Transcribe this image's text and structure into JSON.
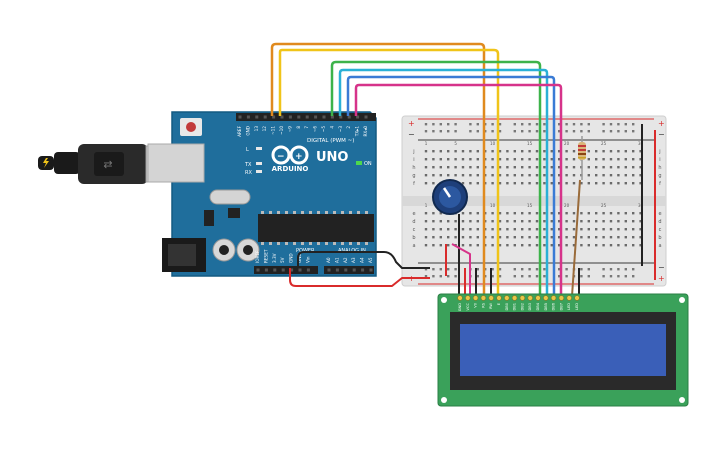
{
  "arduino": {
    "brand": "ARDUINO",
    "model": "UNO",
    "digital_label": "DIGITAL (PWM ~)",
    "power_label": "POWER",
    "analog_label": "ANALOG IN",
    "on_label": "ON",
    "tx_label": "TX",
    "rx_label": "RX",
    "l_label": "L",
    "top_pins": [
      "AREF",
      "GND",
      "13",
      "12",
      "~11",
      "~10",
      "~9",
      "8",
      "7",
      "~6",
      "~5",
      "4",
      "~3",
      "2",
      "TX▸1",
      "RX◂0"
    ],
    "power_pins": [
      "IOREF",
      "RESET",
      "3.3V",
      "5V",
      "GND",
      "GND",
      "Vin"
    ],
    "analog_pins": [
      "A0",
      "A1",
      "A2",
      "A3",
      "A4",
      "A5"
    ]
  },
  "breadboard": {
    "col_numbers": [
      "1",
      "",
      "",
      "",
      "5",
      "",
      "",
      "",
      "",
      "10",
      "",
      "",
      "",
      "",
      "15",
      "",
      "",
      "",
      "",
      "20",
      "",
      "",
      "",
      "",
      "25",
      "",
      "",
      "",
      "",
      "30"
    ],
    "row_letters_top": [
      "j",
      "i",
      "h",
      "g",
      "f"
    ],
    "row_letters_bottom": [
      "e",
      "d",
      "c",
      "b",
      "a"
    ]
  },
  "lcd": {
    "pins": [
      "GND",
      "VCC",
      "V0",
      "RS",
      "RW",
      "E",
      "DB0",
      "DB1",
      "DB2",
      "DB3",
      "DB4",
      "DB5",
      "DB6",
      "DB7",
      "LED",
      "LED"
    ]
  },
  "colors": {
    "board": "#1f6e9c",
    "lcd_pcb": "#3aa15a",
    "lcd_screen": "#3a5fb8",
    "wire_orange": "#e08a1e",
    "wire_yellow": "#f0c419",
    "wire_green": "#3db34a",
    "wire_cyan": "#2ab0d6",
    "wire_blue": "#3a7bd5",
    "wire_magenta": "#d6338a",
    "wire_red": "#d92b2b",
    "wire_black": "#222222",
    "wire_brown": "#9a6b3a"
  }
}
